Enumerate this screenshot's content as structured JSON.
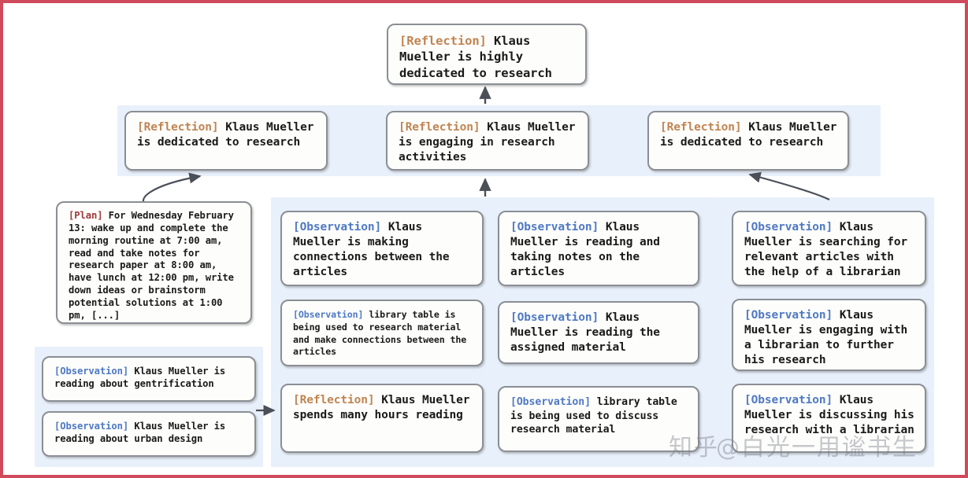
{
  "figure": {
    "title": "Generative agent memory stream reflection tree",
    "border_color": "#cf4a5c",
    "band_color": "#e8f0fb",
    "node_border_color": "#8b8f94",
    "tag_colors": {
      "reflection": "#c08552",
      "observation": "#4f79c4",
      "plan": "#9e3b3b"
    }
  },
  "root": {
    "tag": "[Reflection]",
    "text": " Klaus Mueller is highly dedicated to research"
  },
  "reflections": [
    {
      "tag": "[Reflection]",
      "text": " Klaus Mueller is dedicated to research"
    },
    {
      "tag": "[Reflection]",
      "text": " Klaus Mueller is engaging in research activities"
    },
    {
      "tag": "[Reflection]",
      "text": " Klaus Mueller is dedicated to research"
    }
  ],
  "plan": {
    "tag": "[Plan]",
    "text": " For Wednesday February 13: wake up and complete the morning routine at 7:00 am, read and take notes for research paper at 8:00 am, have lunch at 12:00 pm, write down ideas or brainstorm potential solutions at 1:00 pm, [...]"
  },
  "left_group": [
    {
      "tag": "[Observation]",
      "text": " Klaus Mueller is reading about gentrification"
    },
    {
      "tag": "[Observation]",
      "text": " Klaus Mueller is reading about urban design"
    }
  ],
  "mid_left_group": [
    {
      "tag": "[Observation]",
      "text": " Klaus Mueller is making connections between the articles"
    },
    {
      "tag": "[Observation]",
      "text": " library table is being used to research material and make connections between the articles"
    },
    {
      "tag": "[Reflection]",
      "text": " Klaus Mueller spends many hours reading"
    }
  ],
  "mid_right_group": [
    {
      "tag": "[Observation]",
      "text": " Klaus Mueller is reading and taking notes on the articles"
    },
    {
      "tag": "[Observation]",
      "text": " Klaus Mueller is reading the assigned material"
    },
    {
      "tag": "[Observation]",
      "text": " library table is being used to discuss research material"
    }
  ],
  "right_group": [
    {
      "tag": "[Observation]",
      "text": " Klaus Mueller is searching for relevant articles with the help of a librarian"
    },
    {
      "tag": "[Observation]",
      "text": " Klaus Mueller is engaging with a librarian to further his research"
    },
    {
      "tag": "[Observation]",
      "text": " Klaus Mueller is discussing his research with a librarian"
    }
  ],
  "watermark": {
    "left": "知乎",
    "right": "@白光一用谧书生"
  }
}
